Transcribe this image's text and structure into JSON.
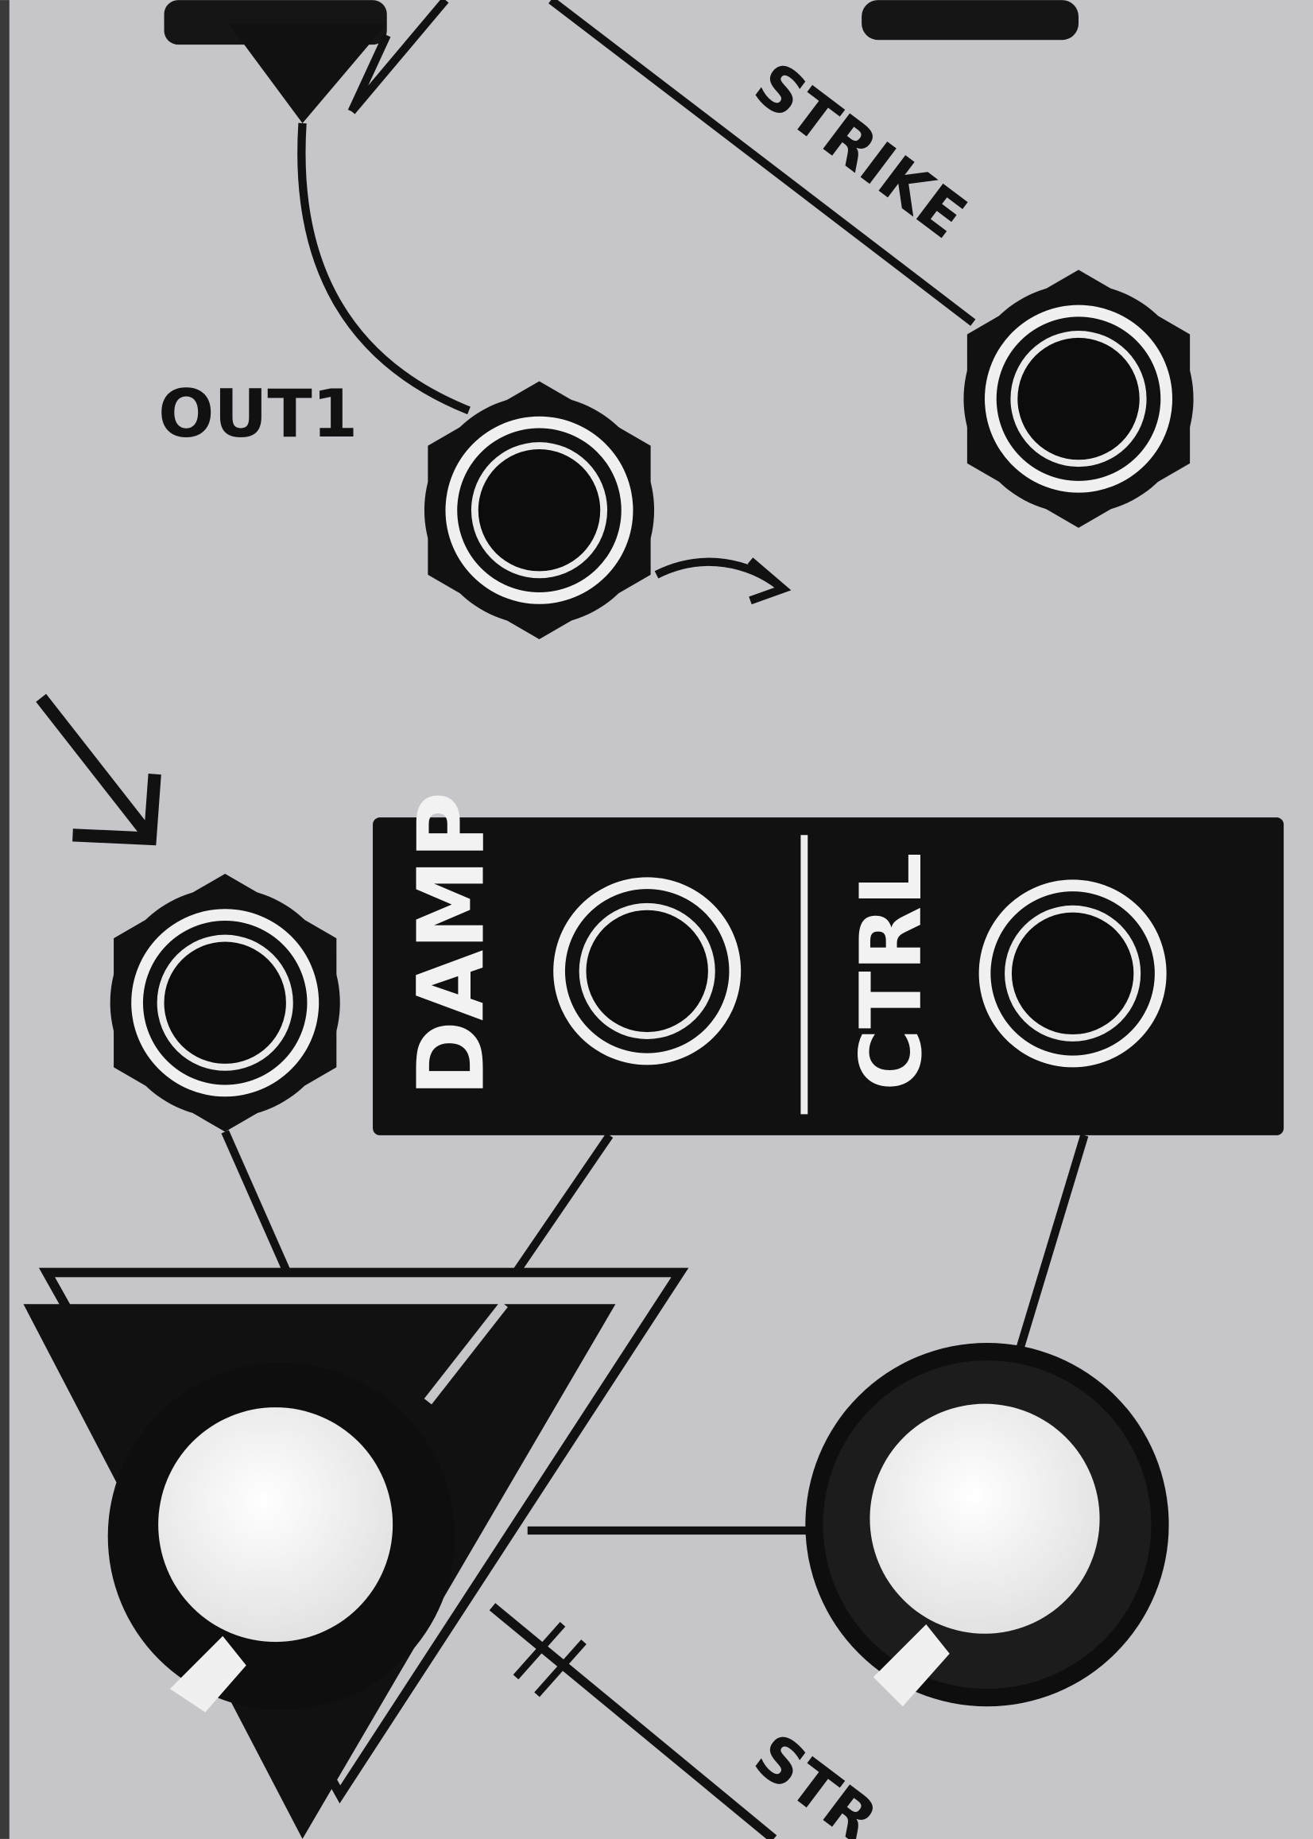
{
  "panel": {
    "labels": {
      "strike_top": "STRIKE",
      "out1": "OUT1",
      "damp": "DAMP",
      "ctrl": "CTRL",
      "strike_bottom": "STR"
    },
    "colors": {
      "panel": "#c6c6ca",
      "ink": "#111111",
      "knob_cap": "#f4f4f4"
    }
  }
}
